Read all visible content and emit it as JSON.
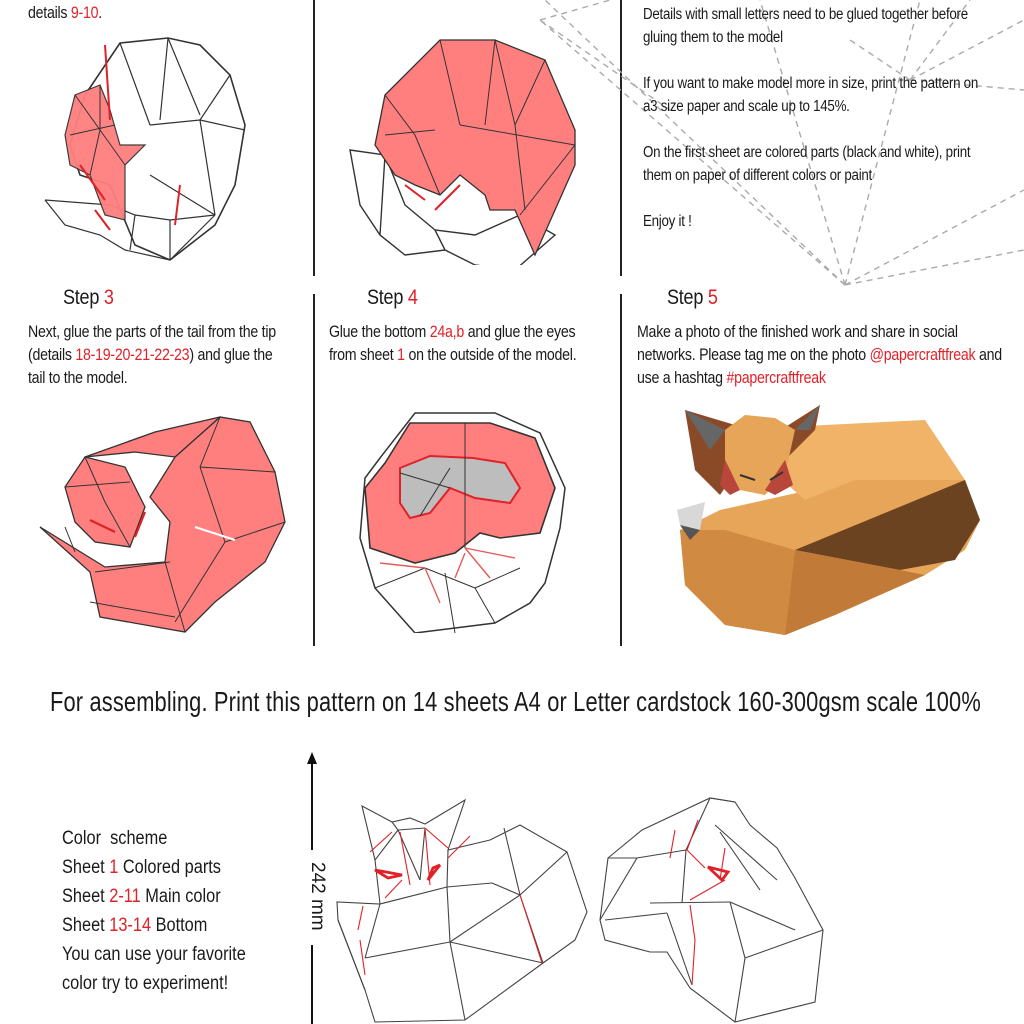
{
  "top_fragment": {
    "prefix": "details ",
    "numbers": "9-10",
    "suffix": "."
  },
  "notes": {
    "p1": "Details with small letters need to be glued together before gluing them to the model",
    "p2": "If you want to make model more in size, print the pattern on a3 size paper and scale up to 145%.",
    "p3": "On the first sheet are colored parts (black and white), print them on paper of different colors or paint",
    "p4": "Enjoy it !"
  },
  "steps": [
    {
      "label": "Step ",
      "number": "3",
      "text_parts": [
        {
          "t": "Next, glue the parts of the tail from the tip (details ",
          "red": false
        },
        {
          "t": "18-19-20-21-22-23",
          "red": true
        },
        {
          "t": ") and glue the tail to the model.",
          "red": false
        }
      ]
    },
    {
      "label": "Step ",
      "number": "4",
      "text_parts": [
        {
          "t": "Glue the bottom ",
          "red": false
        },
        {
          "t": "24a,b",
          "red": true
        },
        {
          "t": " and glue the eyes from sheet ",
          "red": false
        },
        {
          "t": "1",
          "red": true
        },
        {
          "t": " on the outside of the model.",
          "red": false
        }
      ]
    },
    {
      "label": "Step ",
      "number": "5",
      "text_parts": [
        {
          "t": "Make a photo of the finished work and share in social networks. Please tag me on the photo ",
          "red": false
        },
        {
          "t": "@papercraftfreak",
          "red": true
        },
        {
          "t": " and use a hashtag ",
          "red": false
        },
        {
          "t": "#papercraftfreak",
          "red": true
        }
      ]
    }
  ],
  "assembly_heading": "For assembling. Print this pattern on 14 sheets A4 or Letter cardstock 160-300gsm scale 100%",
  "color_scheme": {
    "title": "Color  scheme",
    "rows": [
      {
        "prefix": "Sheet ",
        "num": "1",
        "label": " Colored parts"
      },
      {
        "prefix": "Sheet ",
        "num": "2-11",
        "label": " Main color"
      },
      {
        "prefix": "Sheet ",
        "num": "13-14",
        "label": " Bottom"
      }
    ],
    "tip_line1": "You can use your favorite",
    "tip_line2": "color try to experiment!"
  },
  "dimension": "242 mm",
  "colors": {
    "accent_red": "#e02128",
    "part_fill": "#ff7f7f",
    "fox_orange": "#e9a95a",
    "fox_dark": "#6b4320"
  }
}
